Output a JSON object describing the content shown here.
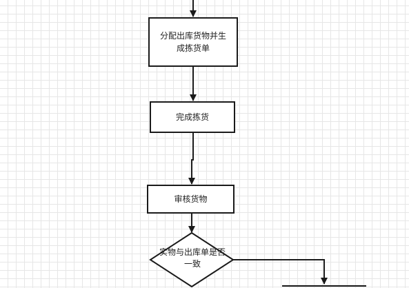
{
  "diagram": {
    "nodes": [
      {
        "id": "n1",
        "shape": "process",
        "label": "分配出库货物并生成拣货单"
      },
      {
        "id": "n2",
        "shape": "process",
        "label": "完成拣货"
      },
      {
        "id": "n3",
        "shape": "process",
        "label": "审核货物"
      },
      {
        "id": "n4",
        "shape": "decision",
        "label": "实物与出库单是否一致"
      }
    ],
    "edges": [
      {
        "from": "above",
        "to": "n1"
      },
      {
        "from": "n1",
        "to": "n2"
      },
      {
        "from": "n2",
        "to": "n3"
      },
      {
        "from": "n3",
        "to": "n4"
      },
      {
        "from": "n4",
        "to": "below-right"
      }
    ],
    "colors": {
      "line": "#1a1a1a",
      "grid": "#e6e6e6",
      "background": "#ffffff"
    }
  }
}
